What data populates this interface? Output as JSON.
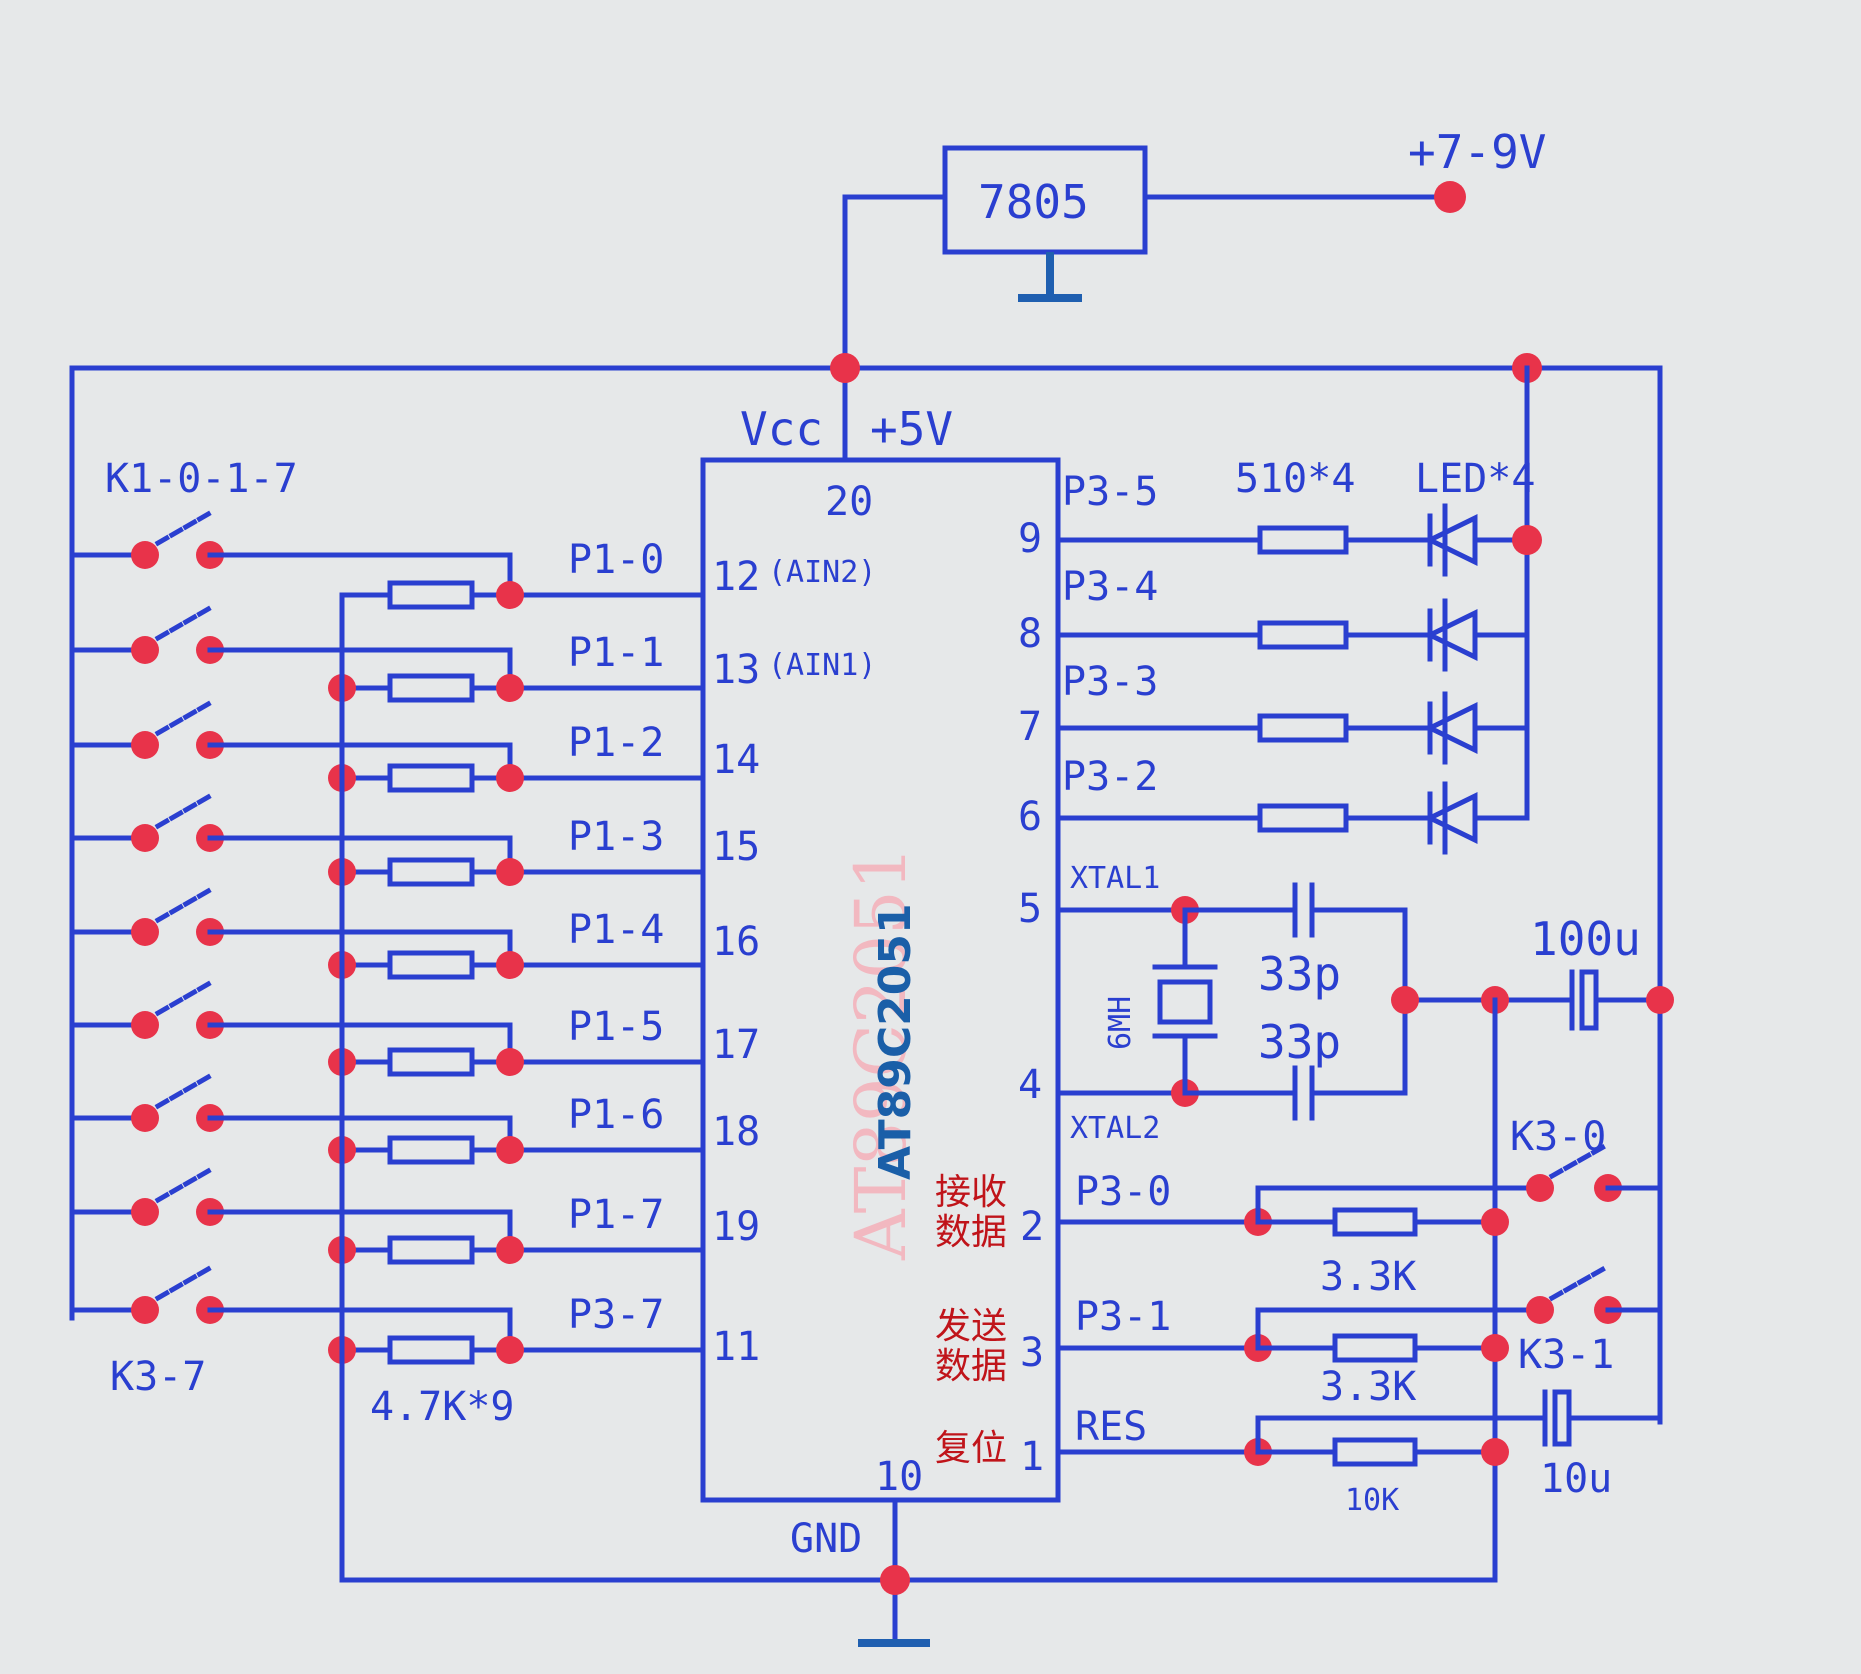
{
  "regulator": {
    "part": "7805",
    "input": "+7-9V"
  },
  "supply": {
    "vcc": "Vcc",
    "v5": "+5V",
    "gnd": "GND"
  },
  "chip": {
    "name": "AT89C2051",
    "pin_vcc": "20",
    "pin_gnd": "10",
    "left_pins": [
      {
        "port": "P1-0",
        "num": "12",
        "fn": "(AIN2)"
      },
      {
        "port": "P1-1",
        "num": "13",
        "fn": "(AIN1)"
      },
      {
        "port": "P1-2",
        "num": "14",
        "fn": ""
      },
      {
        "port": "P1-3",
        "num": "15",
        "fn": ""
      },
      {
        "port": "P1-4",
        "num": "16",
        "fn": ""
      },
      {
        "port": "P1-5",
        "num": "17",
        "fn": ""
      },
      {
        "port": "P1-6",
        "num": "18",
        "fn": ""
      },
      {
        "port": "P1-7",
        "num": "19",
        "fn": ""
      },
      {
        "port": "P3-7",
        "num": "11",
        "fn": ""
      }
    ],
    "right_pins": [
      {
        "port": "P3-5",
        "num": "9"
      },
      {
        "port": "P3-4",
        "num": "8"
      },
      {
        "port": "P3-3",
        "num": "7"
      },
      {
        "port": "P3-2",
        "num": "6"
      },
      {
        "port": "XTAL1",
        "num": "5"
      },
      {
        "port": "XTAL2",
        "num": "4"
      },
      {
        "port": "P3-0",
        "num": "2"
      },
      {
        "port": "P3-1",
        "num": "3"
      },
      {
        "port": "RES",
        "num": "1"
      }
    ]
  },
  "labels": {
    "switches_top": "K1-0-1-7",
    "switches_bottom": "K3-7",
    "pullups": "4.7K*9",
    "led_res": "510*4",
    "leds": "LED*4",
    "crystal": "6MH",
    "cap1": "33p",
    "cap2": "33p",
    "cap_100u": "100u",
    "k30": "K3-0",
    "k31": "K3-1",
    "r_p30": "3.3K",
    "r_p31": "3.3K",
    "r_res": "10K",
    "cap_10u": "10u"
  },
  "annotations": {
    "receive": [
      "接收",
      "数据"
    ],
    "send": [
      "发送",
      "数据"
    ],
    "reset": "复位"
  },
  "colors": {
    "wire": "#2a3fd0",
    "node": "#e8334a",
    "annotation": "#c0141a",
    "chip_label": "#1a5fa8",
    "background": "#e6e8e9"
  }
}
